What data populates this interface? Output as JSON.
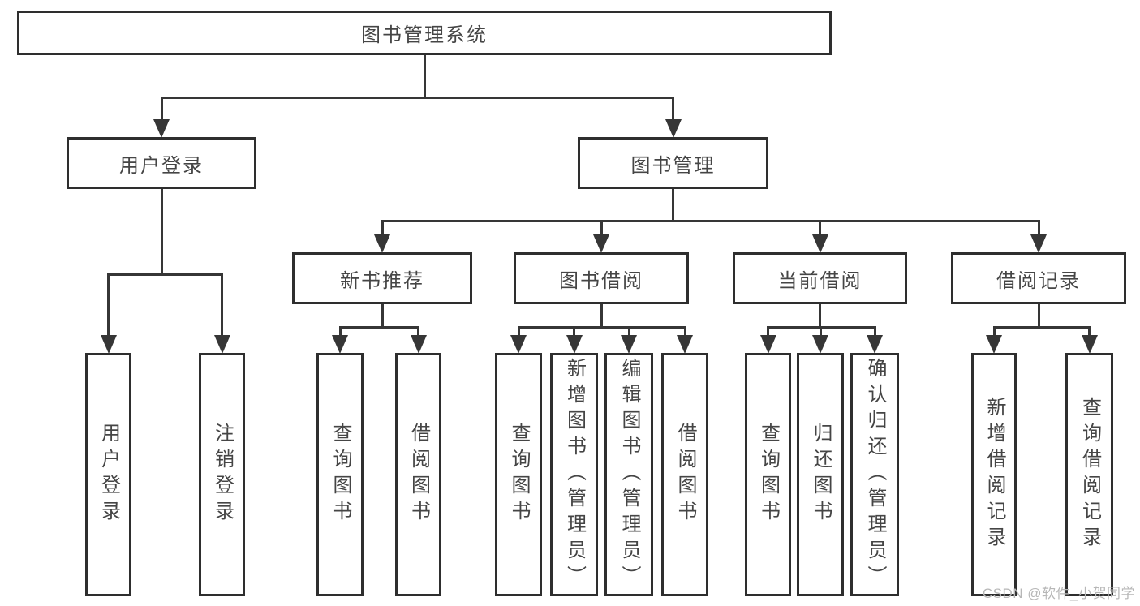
{
  "colors": {
    "background": "#ffffff",
    "box_border": "#2e2e2e",
    "box_fill": "#ffffff",
    "text": "#454545",
    "line": "#363636",
    "watermark": "#b7b7b7"
  },
  "watermark": {
    "text": "CSDN @软件_小贺同学"
  },
  "nodes": {
    "system": {
      "label": "图书管理系统",
      "orientation": "horizontal"
    },
    "user_login": {
      "label": "用户登录",
      "orientation": "horizontal"
    },
    "book_management": {
      "label": "图书管理",
      "orientation": "horizontal"
    },
    "new_book_recommend": {
      "label": "新书推荐",
      "orientation": "horizontal"
    },
    "book_borrowing": {
      "label": "图书借阅",
      "orientation": "horizontal"
    },
    "current_borrowing": {
      "label": "当前借阅",
      "orientation": "horizontal"
    },
    "borrowing_records": {
      "label": "借阅记录",
      "orientation": "horizontal"
    },
    "leaf_user_login": {
      "label": "用户登录",
      "orientation": "vertical"
    },
    "leaf_logout_login": {
      "label": "注销登录",
      "orientation": "vertical"
    },
    "leaf_recommend_query": {
      "label": "查询图书",
      "orientation": "vertical"
    },
    "leaf_recommend_borrow": {
      "label": "借阅图书",
      "orientation": "vertical"
    },
    "leaf_borrowing_query": {
      "label": "查询图书",
      "orientation": "vertical"
    },
    "leaf_borrowing_add": {
      "label": "新增图书（管理员）",
      "orientation": "vertical"
    },
    "leaf_borrowing_edit": {
      "label": "编辑图书（管理员）",
      "orientation": "vertical"
    },
    "leaf_borrowing_borrow": {
      "label": "借阅图书",
      "orientation": "vertical"
    },
    "leaf_current_query": {
      "label": "查询图书",
      "orientation": "vertical"
    },
    "leaf_current_return": {
      "label": "归还图书",
      "orientation": "vertical"
    },
    "leaf_current_confirm": {
      "label": "确认归还（管理员）",
      "orientation": "vertical"
    },
    "leaf_records_add": {
      "label": "新增借阅记录",
      "orientation": "vertical"
    },
    "leaf_records_query": {
      "label": "查询借阅记录",
      "orientation": "vertical"
    }
  },
  "tree": {
    "id": "system",
    "children": [
      {
        "id": "user_login",
        "children": [
          {
            "id": "leaf_user_login"
          },
          {
            "id": "leaf_logout_login"
          }
        ]
      },
      {
        "id": "book_management",
        "children": [
          {
            "id": "new_book_recommend",
            "children": [
              {
                "id": "leaf_recommend_query"
              },
              {
                "id": "leaf_recommend_borrow"
              }
            ]
          },
          {
            "id": "book_borrowing",
            "children": [
              {
                "id": "leaf_borrowing_query"
              },
              {
                "id": "leaf_borrowing_add"
              },
              {
                "id": "leaf_borrowing_edit"
              },
              {
                "id": "leaf_borrowing_borrow"
              }
            ]
          },
          {
            "id": "current_borrowing",
            "children": [
              {
                "id": "leaf_current_query"
              },
              {
                "id": "leaf_current_return"
              },
              {
                "id": "leaf_current_confirm"
              }
            ]
          },
          {
            "id": "borrowing_records",
            "children": [
              {
                "id": "leaf_records_add"
              },
              {
                "id": "leaf_records_query"
              }
            ]
          }
        ]
      }
    ]
  }
}
